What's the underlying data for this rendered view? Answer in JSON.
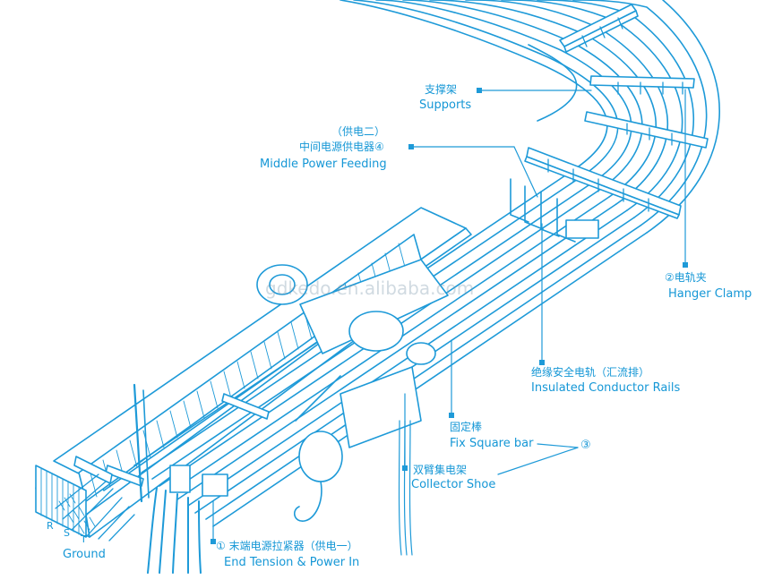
{
  "colors": {
    "line": "#1e9ad8",
    "text": "#1597d6",
    "background": "#ffffff"
  },
  "watermark": "gdkedo.en.alibaba.com",
  "labels": {
    "supports_zh": "支撑架",
    "supports_en": "Supports",
    "middle_zh1": "（供电二）",
    "middle_zh2": "中间电源供电器④",
    "middle_en": "Middle Power Feeding",
    "hanger_zh": "②电轨夹",
    "hanger_en": "Hanger Clamp",
    "rails_zh": "绝缘安全电轨（汇流排）",
    "rails_en": "Insulated Conductor Rails",
    "fix_zh": "固定棒",
    "fix_en": "Fix Square bar",
    "circle3": "③",
    "collector_zh": "双臂集电架",
    "collector_en": "Collector Shoe",
    "end_zh": "① 末端电源拉紧器（供电一）",
    "end_en": "End Tension & Power In",
    "r": "R",
    "s": "S",
    "t": "T",
    "ground": "Ground"
  }
}
